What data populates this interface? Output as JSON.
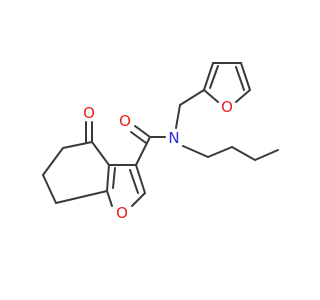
{
  "molecule": {
    "atoms": {
      "amide_oxygen": {
        "symbol": "O",
        "color": "#e8201c"
      },
      "ketone_oxygen": {
        "symbol": "O",
        "color": "#e8201c"
      },
      "nitrogen": {
        "symbol": "N",
        "color": "#2a2adf"
      },
      "furan_oxygen": {
        "symbol": "O",
        "color": "#e8201c"
      },
      "benzofuran_oxygen": {
        "symbol": "O",
        "color": "#e8201c"
      }
    },
    "bond_color": "#3a3a3a"
  }
}
